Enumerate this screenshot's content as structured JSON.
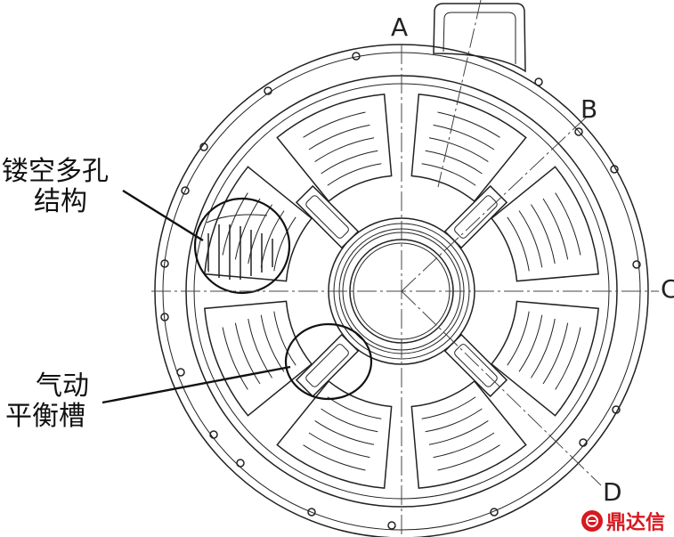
{
  "labels": {
    "hollow_line1": "镂空多孔",
    "hollow_line2": "结构",
    "slot_line1": "气动",
    "slot_line2": "平衡槽"
  },
  "axes": {
    "a": "A",
    "b": "B",
    "c": "C",
    "d": "D"
  },
  "logo": {
    "text": "鼎达信",
    "icon": "dingdaxin-logo-icon",
    "color": "#d71920"
  }
}
